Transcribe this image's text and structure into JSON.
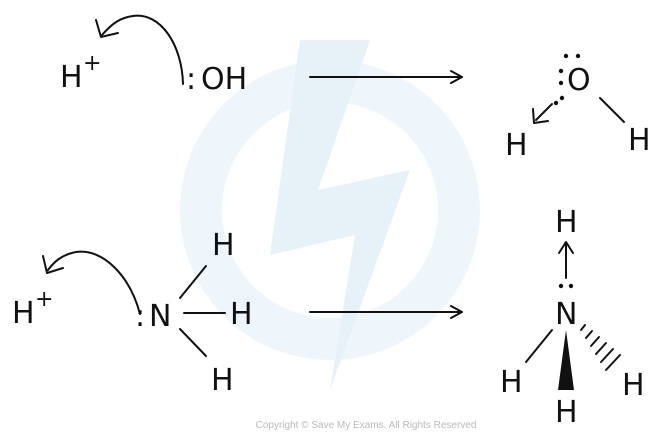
{
  "colors": {
    "ink": "#111111",
    "watermark": "#e9f3f9",
    "copyright": "#b9b9b9"
  },
  "watermark_icon": "lightning-bolt-logo",
  "reaction1": {
    "proton": {
      "symbol": "H",
      "charge": "+"
    },
    "hydroxide": {
      "lone_pair": ":",
      "formula": "OH"
    },
    "product": {
      "oxygen": "O",
      "hydrogen_left": "H",
      "hydrogen_right": "H"
    }
  },
  "reaction2": {
    "proton": {
      "symbol": "H",
      "charge": "+"
    },
    "ammonia": {
      "lone_pair": ":",
      "nitrogen": "N",
      "h_top": "H",
      "h_right": "H",
      "h_bottom": "H"
    },
    "product": {
      "nitrogen": "N",
      "h_top": "H",
      "h_left": "H",
      "h_bottom": "H",
      "h_right": "H"
    }
  },
  "copyright": "Copyright © Save My Exams. All Rights Reserved"
}
